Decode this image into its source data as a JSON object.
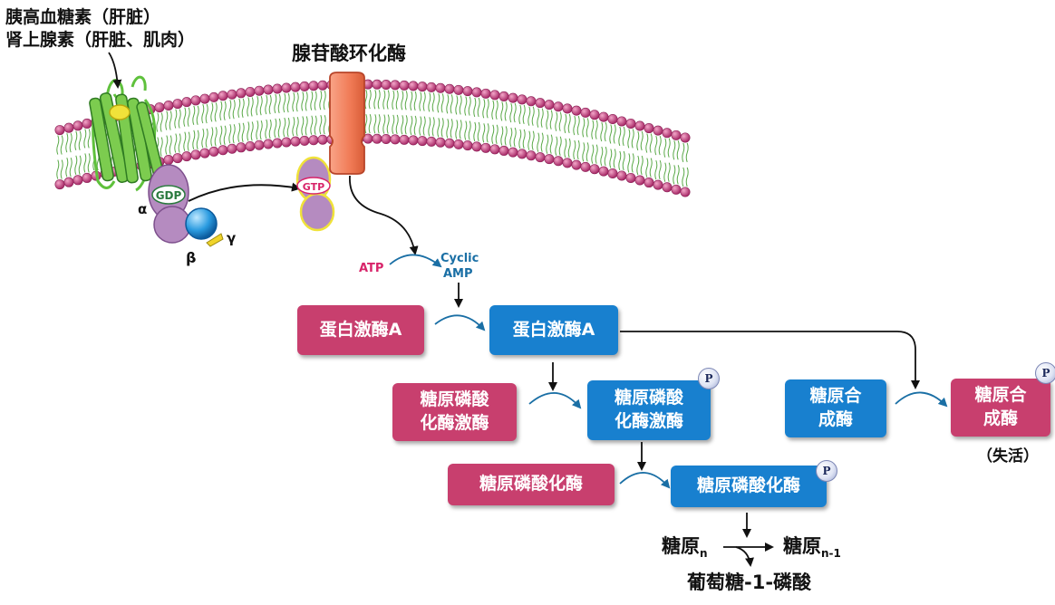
{
  "hormones": {
    "line1": "胰高血糖素（肝脏）",
    "line2": "肾上腺素（肝脏、肌肉）"
  },
  "adenylate_cyclase_label": "腺苷酸环化酶",
  "g_protein": {
    "gdp": "GDP",
    "gtp": "GTP",
    "alpha": "α",
    "beta": "β",
    "gamma": "γ"
  },
  "camp": {
    "atp": "ATP",
    "cyclic": "Cyclic",
    "amp": "AMP"
  },
  "boxes": {
    "pka_inactive": "蛋白激酶A",
    "pka_active": "蛋白激酶A",
    "phk_inactive_line1": "糖原磷酸",
    "phk_inactive_line2": "化酶激酶",
    "phk_active_line1": "糖原磷酸",
    "phk_active_line2": "化酶激酶",
    "gp_inactive": "糖原磷酸化酶",
    "gp_active": "糖原磷酸化酶",
    "gs_active_line1": "糖原合",
    "gs_active_line2": "成酶",
    "gs_inactive_line1": "糖原合",
    "gs_inactive_line2": "成酶"
  },
  "phospho_badge": "P",
  "inactive_note": "（失活）",
  "products": {
    "glycogen": "糖原",
    "sub_n": "n",
    "sub_n1": "n-1",
    "glucose_1_phosphate": "葡萄糖-1-磷酸"
  },
  "colors": {
    "inactive_box": "#c83f6e",
    "active_box": "#1880cf",
    "lipid_head": "#c2407e",
    "lipid_tail": "#59a847",
    "cyclase": "#f07a55",
    "g_protein": "#b58bc0",
    "receptor": "#5fc13c",
    "atp_text": "#d8246a",
    "camp_text": "#1a6fa5"
  }
}
